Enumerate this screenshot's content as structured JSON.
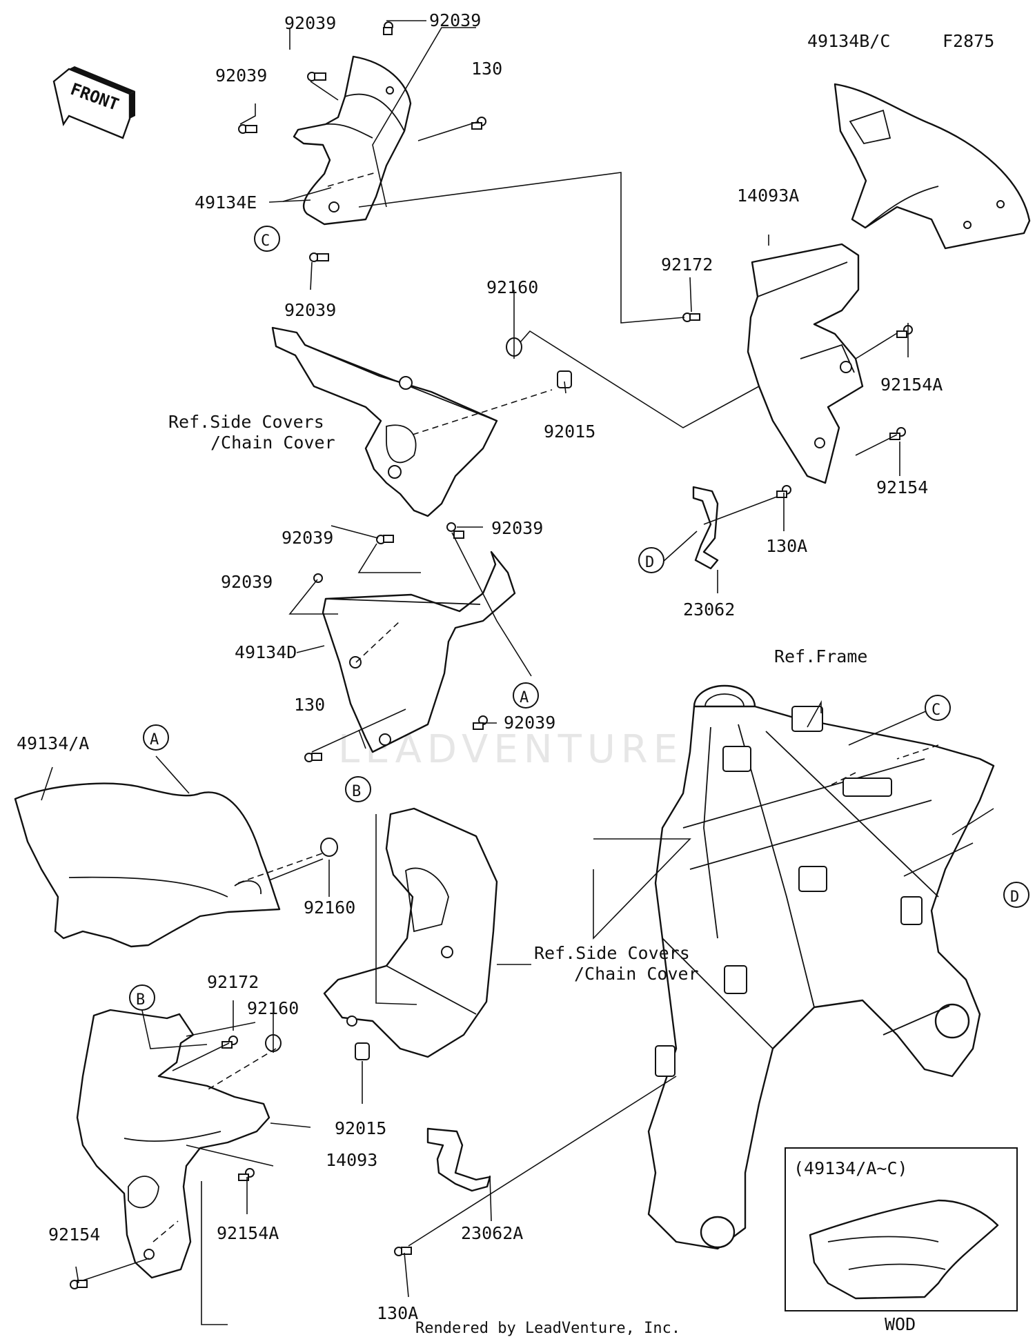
{
  "diagram": {
    "figure_code": "F2875",
    "front_label": "FRONT",
    "credit": "Rendered by LeadVenture, Inc.",
    "watermark": "LEADVENTURE",
    "inset": {
      "title": "(49134/A~C)",
      "footer": "WOD"
    },
    "part_labels": [
      "92039",
      "92039",
      "92039",
      "92039",
      "130",
      "49134E",
      "92039",
      "49134B/C",
      "14093A",
      "92172",
      "92160",
      "92154A",
      "Ref.Side Covers",
      "/Chain Cover",
      "92015",
      "92154",
      "130A",
      "23062",
      "92039",
      "92039",
      "92039",
      "49134D",
      "130",
      "92039",
      "Ref.Frame",
      "49134/A",
      "92160",
      "Ref.Side Covers",
      "/Chain Cover",
      "92172",
      "92160",
      "92015",
      "14093",
      "92154",
      "92154A",
      "23062A",
      "130A"
    ],
    "ref_markers": [
      "C",
      "D",
      "A",
      "B",
      "C",
      "A",
      "D",
      "B"
    ]
  }
}
